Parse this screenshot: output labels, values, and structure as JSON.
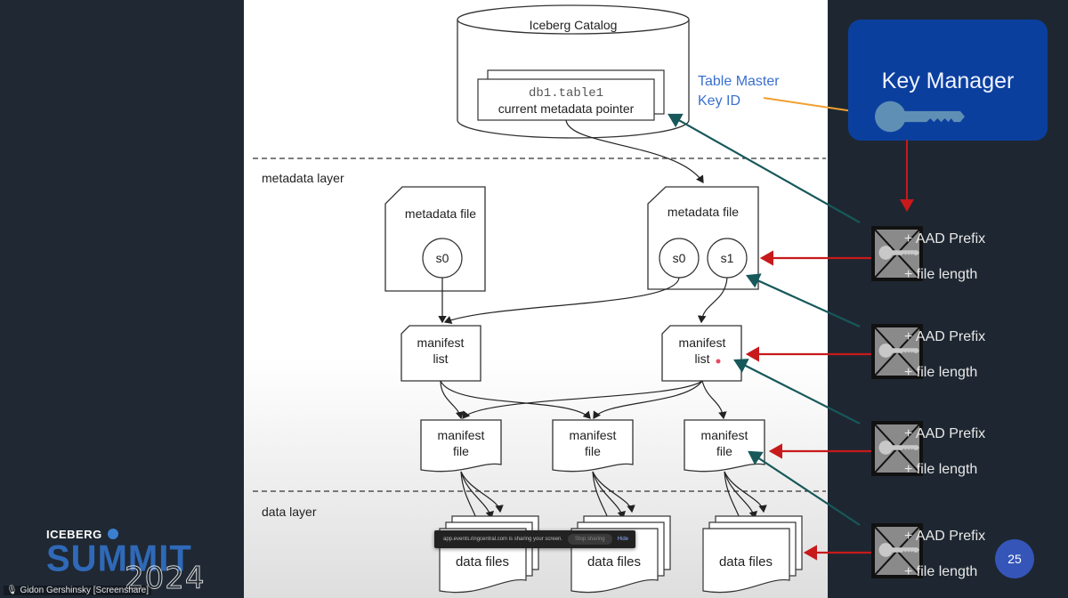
{
  "event": {
    "logo_small": "ICEBERG",
    "logo_main": "SUMMIT",
    "logo_year": "2024"
  },
  "presenter": {
    "label": "Gidon Gershinsky [Screenshare]"
  },
  "share_bar": {
    "message": "app.events.ringcentral.com is sharing your screen.",
    "stop_label": "Stop sharing",
    "hide_label": "Hide"
  },
  "slide": {
    "page_number": "25",
    "catalog": {
      "title": "Iceberg Catalog",
      "table_name": "db1.table1",
      "pointer_label": "current metadata pointer"
    },
    "layers": {
      "metadata": "metadata layer",
      "data": "data layer"
    },
    "metadata_files": [
      {
        "label": "metadata file",
        "snapshots": [
          "s0"
        ]
      },
      {
        "label": "metadata file",
        "snapshots": [
          "s0",
          "s1"
        ]
      }
    ],
    "manifest_lists": [
      {
        "line1": "manifest",
        "line2": "list"
      },
      {
        "line1": "manifest",
        "line2": "list"
      }
    ],
    "manifest_files": [
      {
        "line1": "manifest",
        "line2": "file"
      },
      {
        "line1": "manifest",
        "line2": "file"
      },
      {
        "line1": "manifest",
        "line2": "file"
      }
    ],
    "data_files": [
      "data files",
      "data files",
      "data files"
    ],
    "master_key_label": {
      "line1": "Table Master",
      "line2": "Key ID"
    },
    "key_manager": {
      "title": "Key Manager"
    },
    "encryption_keys": [
      {
        "line1": "+ AAD Prefix",
        "line2": "+ file length"
      },
      {
        "line1": "+ AAD Prefix",
        "line2": "+ file length"
      },
      {
        "line1": "+ AAD Prefix",
        "line2": "+ file length"
      },
      {
        "line1": "+ AAD Prefix",
        "line2": "+ file length"
      }
    ],
    "colors": {
      "key_manager_bg": "#0b3f9e",
      "key_icon": "#5f8fb4",
      "label_blue": "#3a6fcf",
      "orange_arrow": "#f0a030",
      "red_arrow": "#c8191b",
      "teal_arrow": "#17585a"
    }
  }
}
